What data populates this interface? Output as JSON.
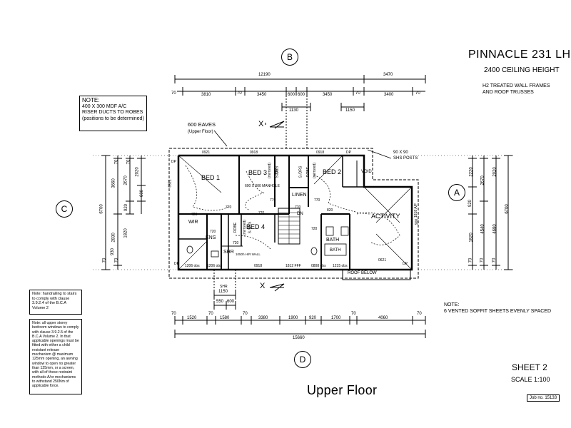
{
  "title": "PINNACLE 231 LH",
  "ceiling": "2400 CEILING HEIGHT",
  "h2_line1": "H2 TREATED WALL FRAMES",
  "h2_line2": "AND ROOF TRUSSES",
  "note1": {
    "line1": "NOTE:",
    "line2": "400 X 300 MDF A/C",
    "line3": "RISER DUCTS TO ROBES",
    "line4": "(positions to be determined)"
  },
  "eaves_line1": "600 EAVES",
  "eaves_line2": "(Upper Floor)",
  "posts_line1": "90 X 90",
  "posts_line2": "SHS POSTS",
  "section_marks": {
    "b": "B",
    "c": "C",
    "a": "A",
    "d": "D",
    "x": "X"
  },
  "rooms": {
    "bed1": "BED 1",
    "bed2": "BED 2",
    "bed3": "BED 3",
    "bed4": "BED 4",
    "wir": "WIR",
    "ens": "ENS",
    "shr": "SHR",
    "linen": "LINEN",
    "dn": "DN",
    "bath": "BATH",
    "bath2": "BATH",
    "activity": "ACTIVITY",
    "void": "VOID",
    "roof_below": "ROOF BELOW",
    "robe": "ROBE",
    "mirrored": "(mirrored)",
    "s_drs": "S./DRS",
    "manhole": "600 X 600 MANHOLE"
  },
  "top_dims": {
    "overall": "12190",
    "overall_r": "3470",
    "d70a": "70",
    "d3810": "3810",
    "d70b": "70",
    "d3450a": "3450",
    "d600a": "600",
    "d600b": "600",
    "d3450b": "3450",
    "d70c": "70",
    "d3400": "3400",
    "d70d": "70",
    "d1130": "1130",
    "d1150": "1150"
  },
  "bottom_dims": {
    "d70a": "70",
    "d1520": "1520",
    "d70b": "70",
    "d1580": "1580",
    "d70c": "70",
    "d3380": "3380",
    "d1900": "1900",
    "d920": "920",
    "d1700": "1700",
    "d70d": "70",
    "d4060": "4060",
    "d70e": "70",
    "overall": "15660",
    "d1150": "1150",
    "shr": "SHR",
    "d550": "550",
    "d600": "600"
  },
  "left_dims": {
    "overall": "6700",
    "d3660": "3660",
    "d2670": "2670",
    "d2020": "2020",
    "d70a": "70",
    "d70b": "70",
    "d600": "600",
    "d920": "920",
    "d1820": "1820",
    "d2830": "2830",
    "d930": "930",
    "d70c": "70",
    "d70d": "70"
  },
  "right_dims": {
    "overall": "6700",
    "d4680": "4680",
    "d4540": "4540",
    "d2670": "2670",
    "d2220": "2220",
    "d2020": "2020",
    "d1820": "1820",
    "d920": "920",
    "d70a": "70",
    "d70b": "70",
    "d70c": "70"
  },
  "window_codes": {
    "w0921a": "0921",
    "w0918a": "0918",
    "w0918b": "0918",
    "w0921b": "0921",
    "w1206a": "1206 obs",
    "w1206b": "1206 obs",
    "w0918c": "0918",
    "w1812": "1812 FFF",
    "w0808": "0808 obs",
    "w1215": "1215 obs",
    "w0621": "0621",
    "w1818": "1818 A/F",
    "w900": "900",
    "dp1": "DP",
    "dp2": "DP",
    "dp3": "DP",
    "dp4": "DP",
    "wall": "1050h H/R WALL"
  },
  "door_dims": {
    "a": "720",
    "b": "720",
    "c": "770",
    "d": "770",
    "e": "770",
    "f": "770",
    "g": "820",
    "h": "720",
    "i": "720",
    "j": "770",
    "k": "770"
  },
  "note2": "Note: handrailing to stairs to comply with clause 3.9.2.4 of the B.C.A Volume 2",
  "note3": "Note: all upper storey bedroom windows to comply with clause 3.9.2.5 of the B.C.A Volume 2. In that applicable openings must be fitted with either a child resistant release mechanism @ maximum 125mm opening, an awning window to open no greater than 125mm, or a screen, with all of these restraint methods A/or mechanisms to withstand 250Nm of applicable force.",
  "note4_line1": "NOTE:",
  "note4_line2": "6 VENTED SOFFIT SHEETS EVENLY SPACED",
  "sheet": "SHEET 2",
  "scale": "SCALE 1:100",
  "job": "Job no. 15133",
  "caption": "Upper Floor"
}
